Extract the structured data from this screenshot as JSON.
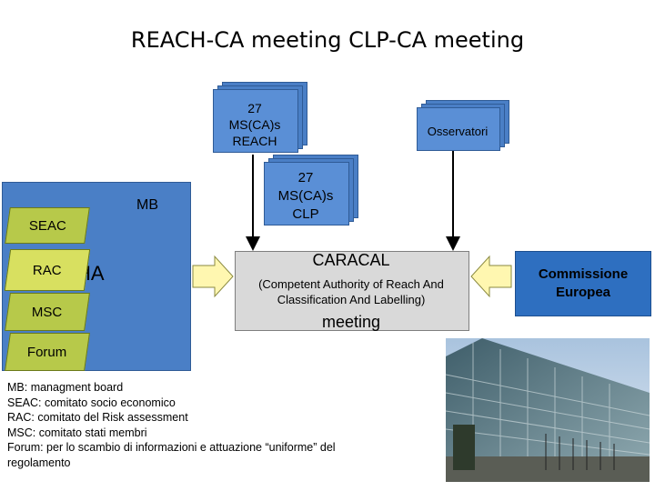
{
  "title": "REACH-CA meeting CLP-CA meeting",
  "echa": {
    "label": "HA",
    "mb": "MB",
    "committees": [
      "SEAC",
      "RAC",
      "MSC",
      "Forum"
    ]
  },
  "stacks": {
    "reach": [
      "27",
      "MS(CA)s",
      "REACH"
    ],
    "clp": [
      "27",
      "MS(CA)s",
      "CLP"
    ],
    "observers": "Osservatori"
  },
  "caracal": {
    "title": "CARACAL",
    "description_line1": "(Competent Authority of Reach And",
    "description_line2": "Classification And Labelling)",
    "meeting": "meeting"
  },
  "commission": [
    "Commissione",
    "Europea"
  ],
  "notes": [
    "MB: managment board",
    "SEAC: comitato socio economico",
    "RAC: comitato del Risk assessment",
    "MSC: comitato stati membri",
    "Forum: per lo scambio di informazioni e attuazione “uniforme” del",
    "regolamento"
  ],
  "colors": {
    "blue": "#4a7fc6",
    "green": "#b7c94a",
    "arrow_fill": "#fff7b0",
    "grey": "#d9d9d9"
  }
}
